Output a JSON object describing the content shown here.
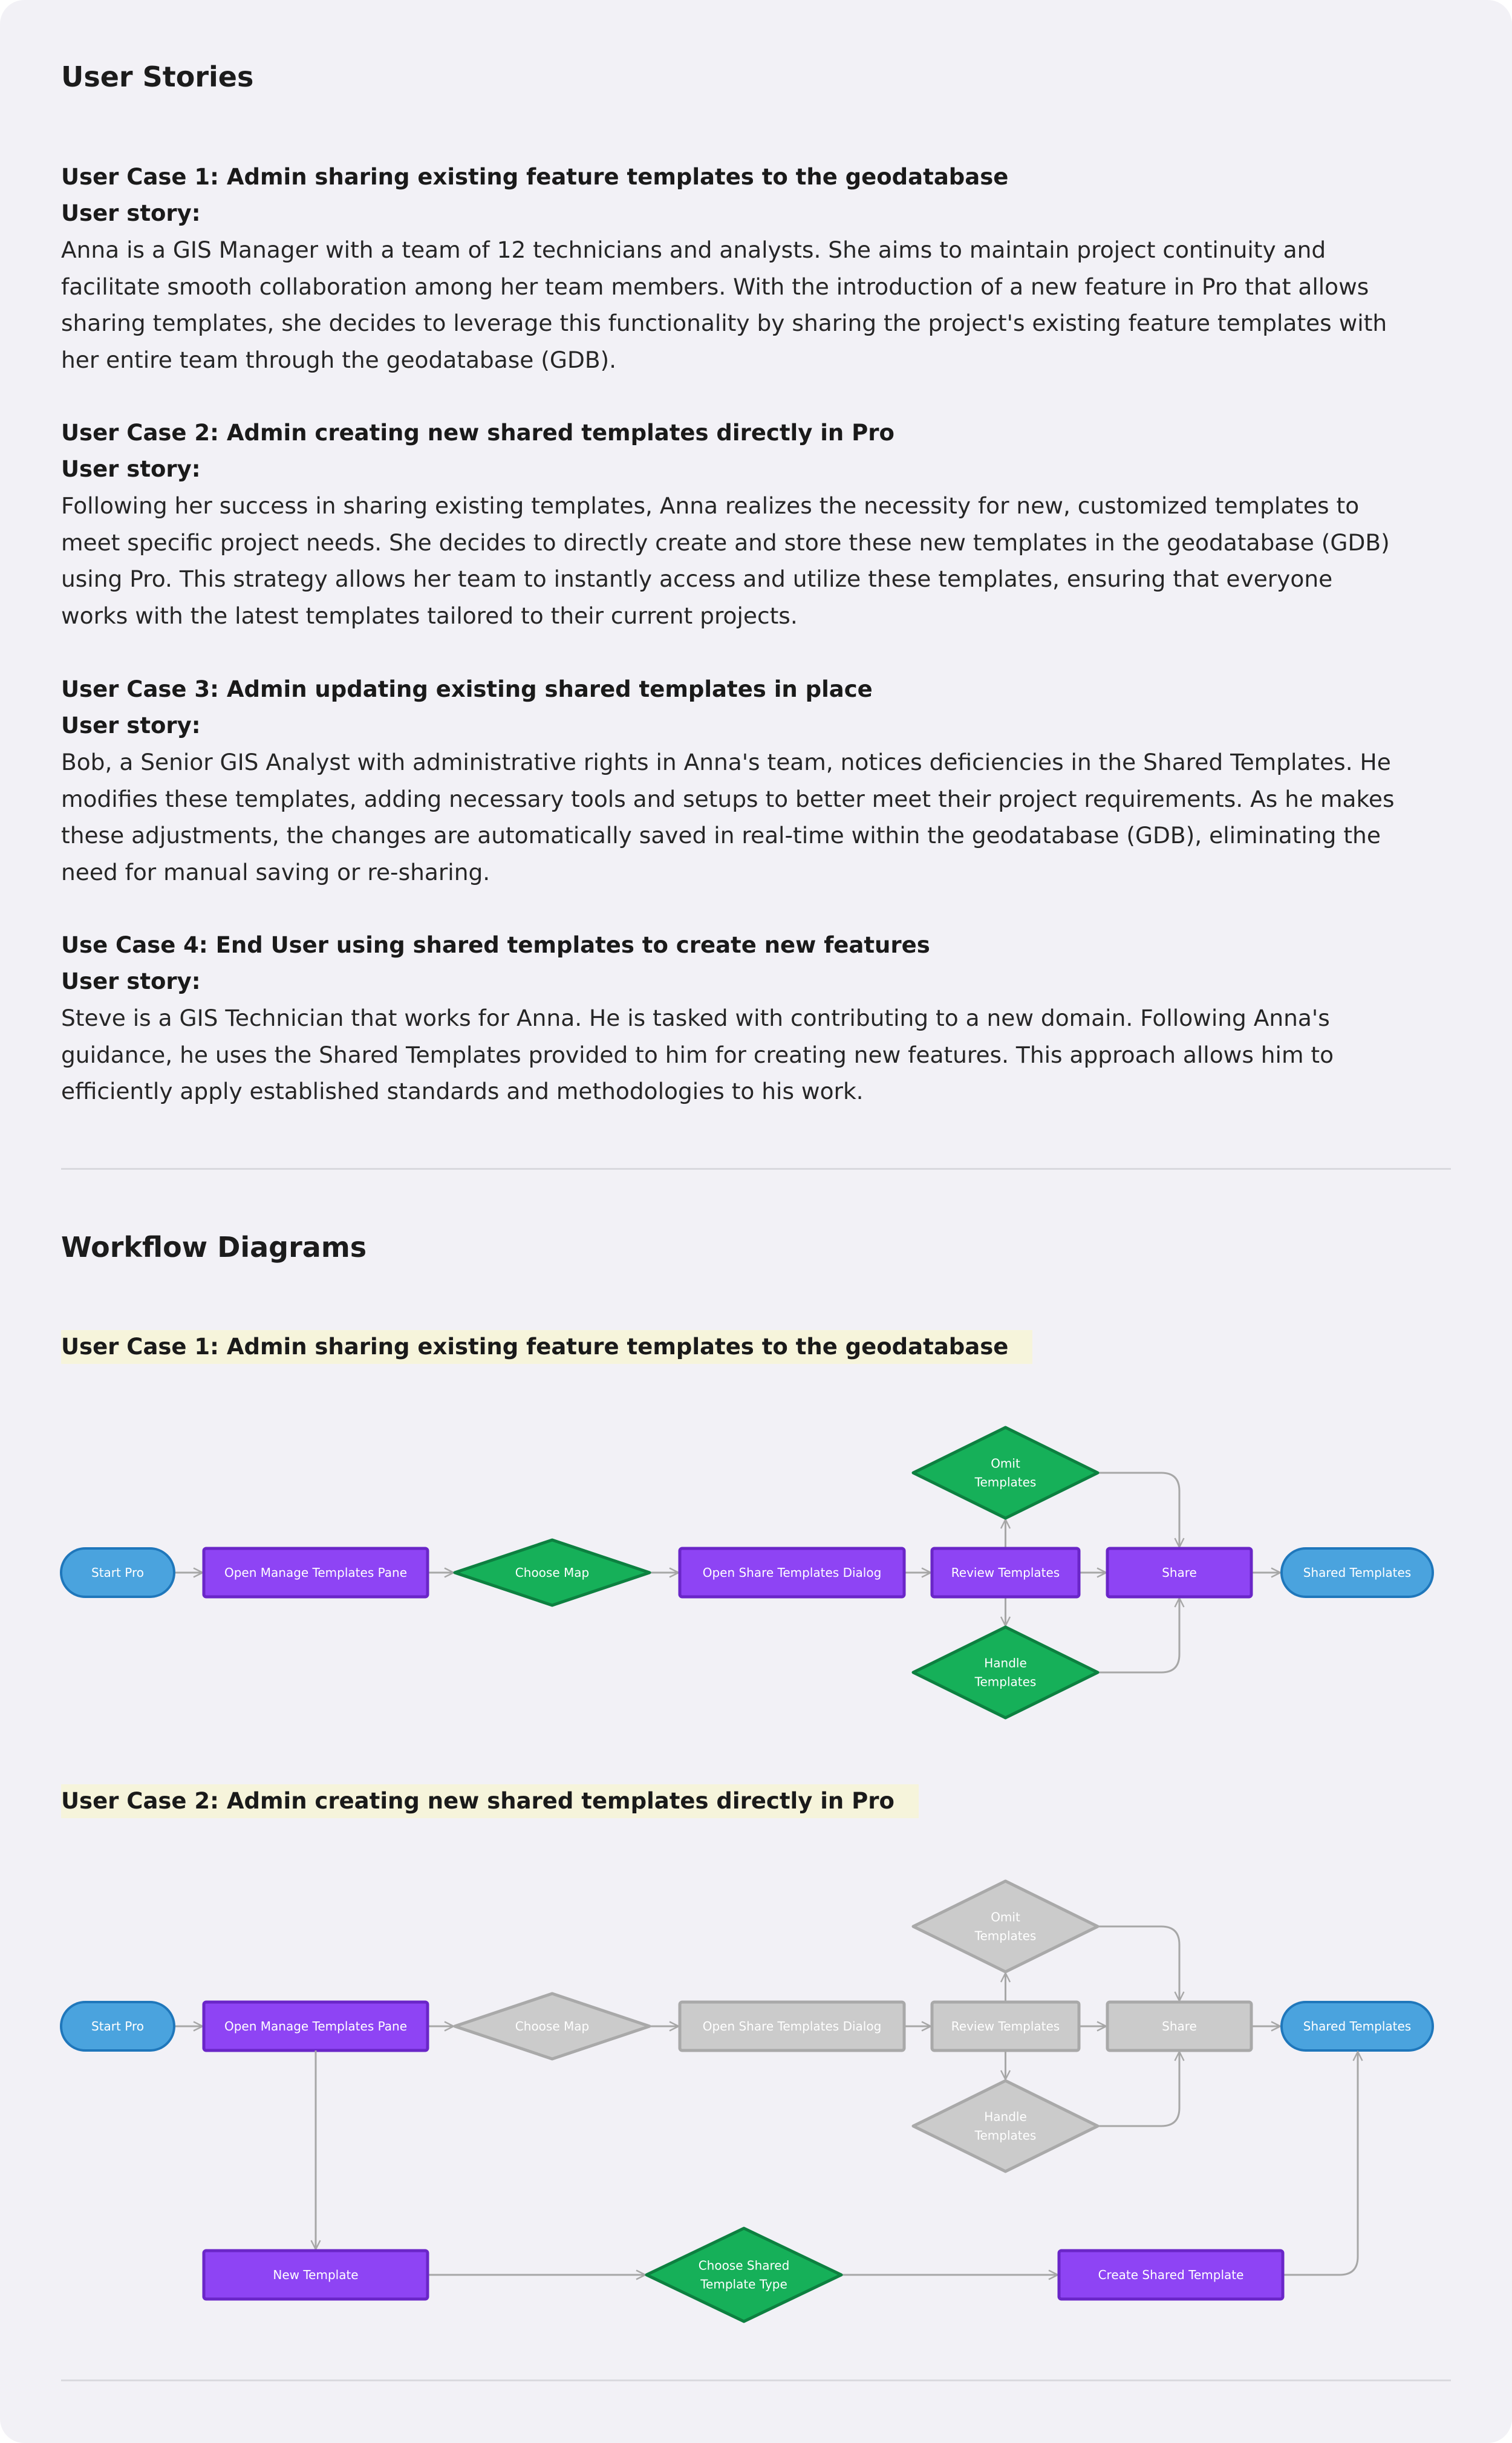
{
  "user_stories": {
    "heading": "User Stories",
    "items": [
      {
        "title": "User Case 1: Admin sharing existing feature templates to the geodatabase",
        "label": "User story:",
        "lines": [
          "Anna is a GIS Manager with a team of 12 technicians and analysts. She aims to maintain project continuity and",
          "facilitate smooth collaboration among her team members. With the introduction of a new feature in Pro that allows",
          "sharing templates, she decides to leverage this functionality by sharing the project's existing feature templates with",
          "her entire team through the geodatabase (GDB)."
        ]
      },
      {
        "title": "User Case 2: Admin creating new shared templates directly in Pro",
        "label": "User story:",
        "lines": [
          "Following her success in sharing existing templates, Anna realizes the necessity for new, customized templates to",
          "meet specific project needs. She decides to directly create and store these new templates in the geodatabase (GDB)",
          "using Pro. This strategy allows her team to instantly access and utilize these templates, ensuring that everyone",
          "works with the latest templates tailored to their current projects."
        ]
      },
      {
        "title": "User Case 3: Admin updating existing shared templates in place",
        "label": "User story:",
        "lines": [
          "Bob, a Senior GIS Analyst with administrative rights in Anna's team, notices deficiencies in the Shared Templates. He",
          "modifies these templates, adding necessary tools and setups to better meet their project requirements. As he makes",
          "these adjustments, the changes are automatically saved in real-time within the geodatabase (GDB), eliminating the",
          "need for manual saving or re-sharing."
        ]
      },
      {
        "title": "Use Case 4: End User using shared templates to create new features",
        "label": "User story:",
        "lines": [
          "Steve is a GIS Technician that works for Anna. He is tasked with contributing to a new domain. Following Anna's",
          "guidance, he uses the Shared Templates provided to him for creating new features. This approach allows him to",
          "efficiently apply established standards and methodologies to his work."
        ]
      }
    ]
  },
  "workflow": {
    "heading": "Workflow Diagrams",
    "colors": {
      "blue": "#4aa3de",
      "blue_stroke": "#1f77bb",
      "purple": "#8e44f4",
      "purple_stroke": "#6a26c8",
      "green": "#16b059",
      "green_stroke": "#0d8040",
      "gray": "#cbcbcb",
      "gray_stroke": "#a9a9a9",
      "arrow": "#a7a7a7"
    },
    "diagrams": [
      {
        "title": "User Case 1: Admin sharing existing feature templates to the geodatabase",
        "nodes": {
          "start": {
            "lines": [
              "Start Pro"
            ],
            "shape": "terminal",
            "color": "blue"
          },
          "open_pane": {
            "lines": [
              "Open Manage Templates Pane"
            ],
            "shape": "process",
            "color": "purple"
          },
          "choose_map": {
            "lines": [
              "Choose Map"
            ],
            "shape": "decision",
            "color": "green"
          },
          "open_dialog": {
            "lines": [
              "Open Share Templates Dialog"
            ],
            "shape": "process",
            "color": "purple"
          },
          "review": {
            "lines": [
              "Review Templates"
            ],
            "shape": "process",
            "color": "purple"
          },
          "omit": {
            "lines": [
              "Omit",
              "Templates"
            ],
            "shape": "decision",
            "color": "green"
          },
          "handle": {
            "lines": [
              "Handle",
              "Templates"
            ],
            "shape": "decision",
            "color": "green"
          },
          "share": {
            "lines": [
              "Share"
            ],
            "shape": "process",
            "color": "purple"
          },
          "shared": {
            "lines": [
              "Shared Templates"
            ],
            "shape": "terminal",
            "color": "blue"
          }
        }
      },
      {
        "title": "User Case 2: Admin creating new shared templates directly in Pro",
        "nodes": {
          "start": {
            "lines": [
              "Start Pro"
            ],
            "shape": "terminal",
            "color": "blue"
          },
          "open_pane": {
            "lines": [
              "Open Manage Templates Pane"
            ],
            "shape": "process",
            "color": "purple"
          },
          "choose_map": {
            "lines": [
              "Choose Map"
            ],
            "shape": "decision",
            "color": "gray"
          },
          "open_dialog": {
            "lines": [
              "Open Share Templates Dialog"
            ],
            "shape": "process",
            "color": "gray"
          },
          "review": {
            "lines": [
              "Review Templates"
            ],
            "shape": "process",
            "color": "gray"
          },
          "omit": {
            "lines": [
              "Omit",
              "Templates"
            ],
            "shape": "decision",
            "color": "gray"
          },
          "handle": {
            "lines": [
              "Handle",
              "Templates"
            ],
            "shape": "decision",
            "color": "gray"
          },
          "share": {
            "lines": [
              "Share"
            ],
            "shape": "process",
            "color": "gray"
          },
          "shared": {
            "lines": [
              "Shared Templates"
            ],
            "shape": "terminal",
            "color": "blue"
          },
          "new_template": {
            "lines": [
              "New Template"
            ],
            "shape": "process",
            "color": "purple"
          },
          "choose_type": {
            "lines": [
              "Choose Shared",
              "Template Type"
            ],
            "shape": "decision",
            "color": "green"
          },
          "create_shared": {
            "lines": [
              "Create Shared Template"
            ],
            "shape": "process",
            "color": "purple"
          }
        }
      }
    ]
  }
}
